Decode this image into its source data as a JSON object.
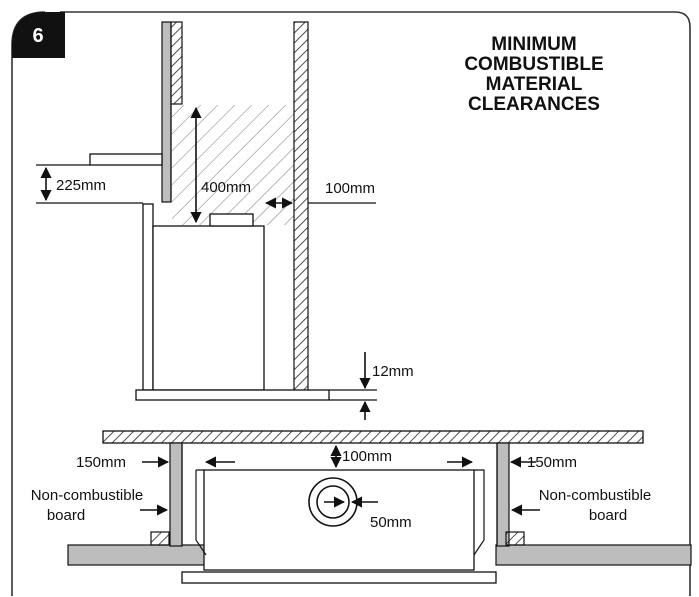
{
  "figure": {
    "number": "6",
    "title_lines": [
      "MINIMUM",
      "COMBUSTIBLE",
      "MATERIAL",
      "CLEARANCES"
    ]
  },
  "top_view": {
    "dim_shelf": "225mm",
    "dim_height": "400mm",
    "dim_side": "100mm",
    "dim_hearth": "12mm"
  },
  "bottom_view": {
    "dim_left": "150mm",
    "dim_right": "150mm",
    "dim_top": "100mm",
    "dim_flue": "50mm",
    "board_left_line1": "Non-combustible",
    "board_left_line2": "board",
    "board_right_line1": "Non-combustible",
    "board_right_line2": "board"
  },
  "colors": {
    "badge": "#111111",
    "frame": "#333333",
    "grey_fill": "#bdbdbd",
    "hatch": "#222222"
  }
}
